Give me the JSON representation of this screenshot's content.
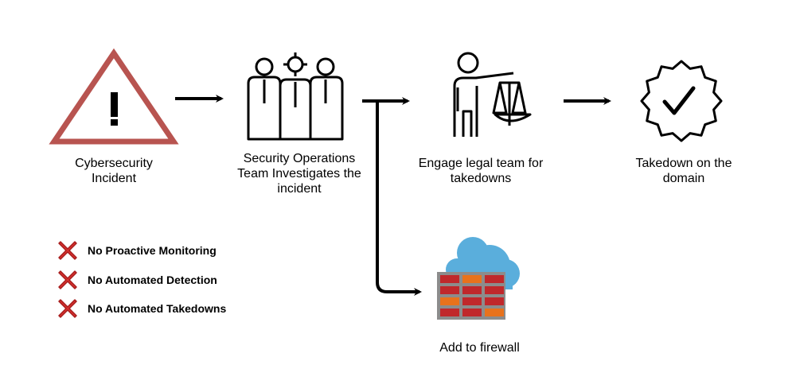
{
  "steps": [
    {
      "id": "incident",
      "label": "Cybersecurity Incident",
      "icon": "warning-triangle-icon"
    },
    {
      "id": "soc",
      "label": "Security Operations Team Investigates the incident",
      "icon": "team-investigate-icon"
    },
    {
      "id": "legal",
      "label": "Engage legal team for takedowns",
      "icon": "legal-scales-icon"
    },
    {
      "id": "takedown",
      "label": "Takedown on the domain",
      "icon": "verified-badge-icon"
    },
    {
      "id": "firewall",
      "label": "Add to firewall",
      "icon": "cloud-firewall-icon"
    }
  ],
  "legend": [
    {
      "label": "No Proactive Monitoring",
      "icon": "red-x-icon"
    },
    {
      "label": "No Automated Detection",
      "icon": "red-x-icon"
    },
    {
      "label": "No Automated Takedowns",
      "icon": "red-x-icon"
    }
  ],
  "colors": {
    "triangle": "#b85450",
    "x_mark": "#d9322f",
    "firewall_red": "#c0282b",
    "firewall_orange": "#e8721c",
    "cloud": "#5aaedc"
  }
}
